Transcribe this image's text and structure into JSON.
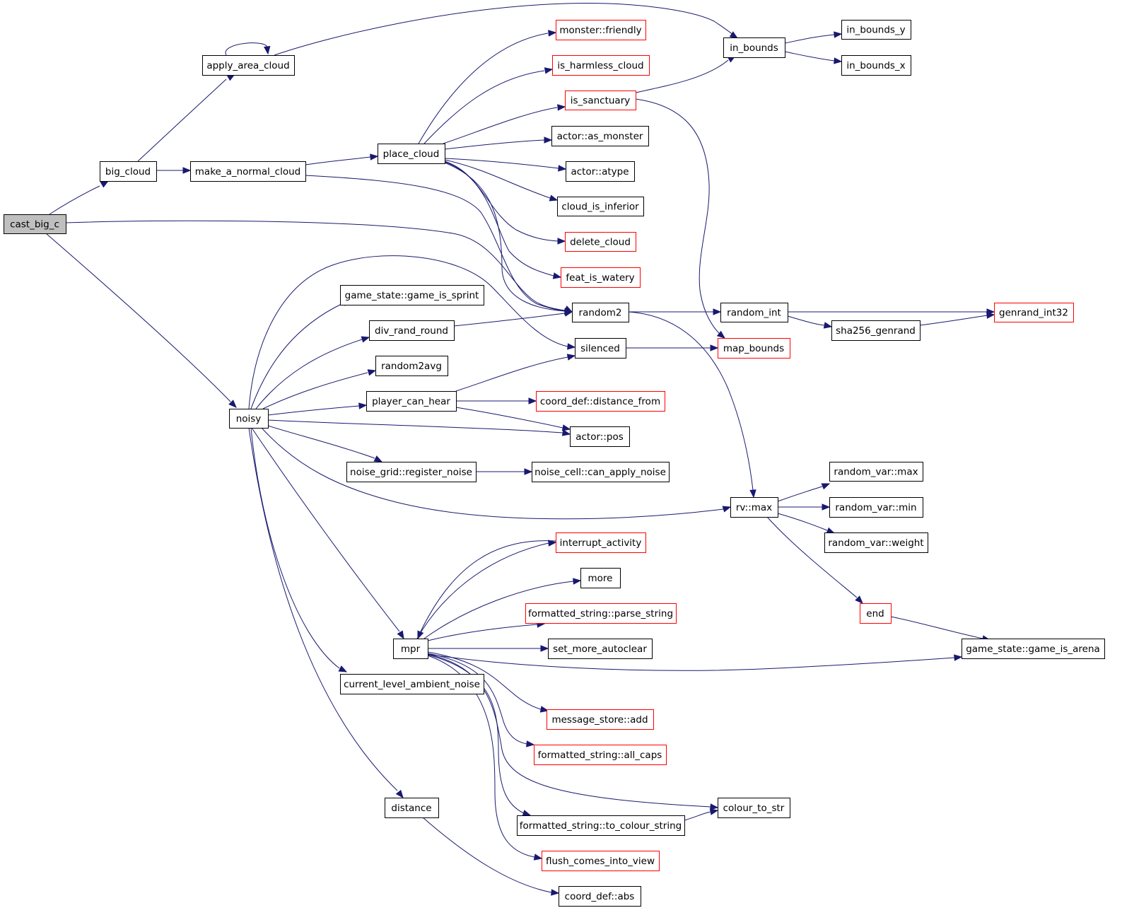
{
  "colors": {
    "edge": "#191970",
    "node_border_normal": "#000000",
    "node_border_truncated": "#ff0000",
    "root_fill": "#bfbfbf",
    "node_fill": "#ffffff"
  },
  "nodes": [
    {
      "id": "cast_big_c",
      "label": "cast_big_c",
      "style": "root"
    },
    {
      "id": "big_cloud",
      "label": "big_cloud",
      "style": "normal"
    },
    {
      "id": "apply_area_cloud",
      "label": "apply_area_cloud",
      "style": "normal"
    },
    {
      "id": "make_a_normal_cloud",
      "label": "make_a_normal_cloud",
      "style": "normal"
    },
    {
      "id": "place_cloud",
      "label": "place_cloud",
      "style": "normal"
    },
    {
      "id": "noisy",
      "label": "noisy",
      "style": "normal"
    },
    {
      "id": "monster_friendly",
      "label": "monster::friendly",
      "style": "truncated"
    },
    {
      "id": "is_harmless_cloud",
      "label": "is_harmless_cloud",
      "style": "truncated"
    },
    {
      "id": "is_sanctuary",
      "label": "is_sanctuary",
      "style": "truncated"
    },
    {
      "id": "actor_as_monster",
      "label": "actor::as_monster",
      "style": "normal"
    },
    {
      "id": "actor_atype",
      "label": "actor::atype",
      "style": "normal"
    },
    {
      "id": "cloud_is_inferior",
      "label": "cloud_is_inferior",
      "style": "normal"
    },
    {
      "id": "delete_cloud",
      "label": "delete_cloud",
      "style": "truncated"
    },
    {
      "id": "feat_is_watery",
      "label": "feat_is_watery",
      "style": "truncated"
    },
    {
      "id": "in_bounds",
      "label": "in_bounds",
      "style": "normal"
    },
    {
      "id": "in_bounds_y",
      "label": "in_bounds_y",
      "style": "normal"
    },
    {
      "id": "in_bounds_x",
      "label": "in_bounds_x",
      "style": "normal"
    },
    {
      "id": "game_is_sprint",
      "label": "game_state::game_is_sprint",
      "style": "normal"
    },
    {
      "id": "div_rand_round",
      "label": "div_rand_round",
      "style": "normal"
    },
    {
      "id": "random2avg",
      "label": "random2avg",
      "style": "normal"
    },
    {
      "id": "player_can_hear",
      "label": "player_can_hear",
      "style": "normal"
    },
    {
      "id": "register_noise",
      "label": "noise_grid::register_noise",
      "style": "normal"
    },
    {
      "id": "random2",
      "label": "random2",
      "style": "normal"
    },
    {
      "id": "silenced",
      "label": "silenced",
      "style": "normal"
    },
    {
      "id": "distance_from",
      "label": "coord_def::distance_from",
      "style": "truncated"
    },
    {
      "id": "actor_pos",
      "label": "actor::pos",
      "style": "normal"
    },
    {
      "id": "can_apply_noise",
      "label": "noise_cell::can_apply_noise",
      "style": "normal"
    },
    {
      "id": "random_int",
      "label": "random_int",
      "style": "normal"
    },
    {
      "id": "map_bounds",
      "label": "map_bounds",
      "style": "truncated"
    },
    {
      "id": "sha256_genrand",
      "label": "sha256_genrand",
      "style": "normal"
    },
    {
      "id": "genrand_int32",
      "label": "genrand_int32",
      "style": "truncated"
    },
    {
      "id": "rv_max",
      "label": "rv::max",
      "style": "normal"
    },
    {
      "id": "random_var_max",
      "label": "random_var::max",
      "style": "normal"
    },
    {
      "id": "random_var_min",
      "label": "random_var::min",
      "style": "normal"
    },
    {
      "id": "random_var_weight",
      "label": "random_var::weight",
      "style": "normal"
    },
    {
      "id": "end",
      "label": "end",
      "style": "truncated"
    },
    {
      "id": "game_is_arena",
      "label": "game_state::game_is_arena",
      "style": "normal"
    },
    {
      "id": "mpr",
      "label": "mpr",
      "style": "normal"
    },
    {
      "id": "interrupt_activity",
      "label": "interrupt_activity",
      "style": "truncated"
    },
    {
      "id": "more",
      "label": "more",
      "style": "normal"
    },
    {
      "id": "parse_string",
      "label": "formatted_string::parse_string",
      "style": "truncated"
    },
    {
      "id": "set_more_autoclear",
      "label": "set_more_autoclear",
      "style": "normal"
    },
    {
      "id": "current_level_ambient_noise",
      "label": "current_level_ambient_noise",
      "style": "normal"
    },
    {
      "id": "message_store_add",
      "label": "message_store::add",
      "style": "truncated"
    },
    {
      "id": "all_caps",
      "label": "formatted_string::all_caps",
      "style": "truncated"
    },
    {
      "id": "colour_to_str",
      "label": "colour_to_str",
      "style": "normal"
    },
    {
      "id": "to_colour_string",
      "label": "formatted_string::to_colour_string",
      "style": "normal"
    },
    {
      "id": "flush_comes_into_view",
      "label": "flush_comes_into_view",
      "style": "truncated"
    },
    {
      "id": "distance",
      "label": "distance",
      "style": "normal"
    },
    {
      "id": "coord_def_abs",
      "label": "coord_def::abs",
      "style": "normal"
    }
  ],
  "edges": [
    {
      "from": "cast_big_c",
      "to": "big_cloud"
    },
    {
      "from": "cast_big_c",
      "to": "random2"
    },
    {
      "from": "cast_big_c",
      "to": "noisy"
    },
    {
      "from": "big_cloud",
      "to": "apply_area_cloud"
    },
    {
      "from": "big_cloud",
      "to": "make_a_normal_cloud"
    },
    {
      "from": "apply_area_cloud",
      "to": "apply_area_cloud"
    },
    {
      "from": "apply_area_cloud",
      "to": "in_bounds"
    },
    {
      "from": "make_a_normal_cloud",
      "to": "place_cloud"
    },
    {
      "from": "make_a_normal_cloud",
      "to": "random2"
    },
    {
      "from": "place_cloud",
      "to": "monster_friendly"
    },
    {
      "from": "place_cloud",
      "to": "is_harmless_cloud"
    },
    {
      "from": "place_cloud",
      "to": "is_sanctuary"
    },
    {
      "from": "place_cloud",
      "to": "actor_as_monster"
    },
    {
      "from": "place_cloud",
      "to": "actor_atype"
    },
    {
      "from": "place_cloud",
      "to": "cloud_is_inferior"
    },
    {
      "from": "place_cloud",
      "to": "delete_cloud"
    },
    {
      "from": "place_cloud",
      "to": "feat_is_watery"
    },
    {
      "from": "place_cloud",
      "to": "random2"
    },
    {
      "from": "is_sanctuary",
      "to": "in_bounds"
    },
    {
      "from": "is_sanctuary",
      "to": "map_bounds"
    },
    {
      "from": "in_bounds",
      "to": "in_bounds_y"
    },
    {
      "from": "in_bounds",
      "to": "in_bounds_x"
    },
    {
      "from": "noisy",
      "to": "game_is_sprint"
    },
    {
      "from": "noisy",
      "to": "silenced"
    },
    {
      "from": "noisy",
      "to": "div_rand_round"
    },
    {
      "from": "noisy",
      "to": "random2avg"
    },
    {
      "from": "noisy",
      "to": "player_can_hear"
    },
    {
      "from": "noisy",
      "to": "actor_pos"
    },
    {
      "from": "noisy",
      "to": "register_noise"
    },
    {
      "from": "noisy",
      "to": "rv_max"
    },
    {
      "from": "noisy",
      "to": "mpr"
    },
    {
      "from": "noisy",
      "to": "current_level_ambient_noise"
    },
    {
      "from": "noisy",
      "to": "distance"
    },
    {
      "from": "div_rand_round",
      "to": "random2"
    },
    {
      "from": "player_can_hear",
      "to": "silenced"
    },
    {
      "from": "player_can_hear",
      "to": "distance_from"
    },
    {
      "from": "player_can_hear",
      "to": "actor_pos"
    },
    {
      "from": "register_noise",
      "to": "can_apply_noise"
    },
    {
      "from": "random2",
      "to": "random_int"
    },
    {
      "from": "random2",
      "to": "rv_max"
    },
    {
      "from": "silenced",
      "to": "map_bounds"
    },
    {
      "from": "random_int",
      "to": "genrand_int32"
    },
    {
      "from": "random_int",
      "to": "sha256_genrand"
    },
    {
      "from": "sha256_genrand",
      "to": "genrand_int32"
    },
    {
      "from": "rv_max",
      "to": "random_var_max"
    },
    {
      "from": "rv_max",
      "to": "random_var_min"
    },
    {
      "from": "rv_max",
      "to": "random_var_weight"
    },
    {
      "from": "rv_max",
      "to": "end"
    },
    {
      "from": "end",
      "to": "game_is_arena"
    },
    {
      "from": "mpr",
      "to": "interrupt_activity"
    },
    {
      "from": "mpr",
      "to": "more"
    },
    {
      "from": "mpr",
      "to": "parse_string"
    },
    {
      "from": "mpr",
      "to": "set_more_autoclear"
    },
    {
      "from": "mpr",
      "to": "game_is_arena"
    },
    {
      "from": "mpr",
      "to": "message_store_add"
    },
    {
      "from": "mpr",
      "to": "all_caps"
    },
    {
      "from": "mpr",
      "to": "colour_to_str"
    },
    {
      "from": "mpr",
      "to": "to_colour_string"
    },
    {
      "from": "mpr",
      "to": "flush_comes_into_view"
    },
    {
      "from": "interrupt_activity",
      "to": "mpr"
    },
    {
      "from": "to_colour_string",
      "to": "colour_to_str"
    },
    {
      "from": "distance",
      "to": "coord_def_abs"
    }
  ]
}
